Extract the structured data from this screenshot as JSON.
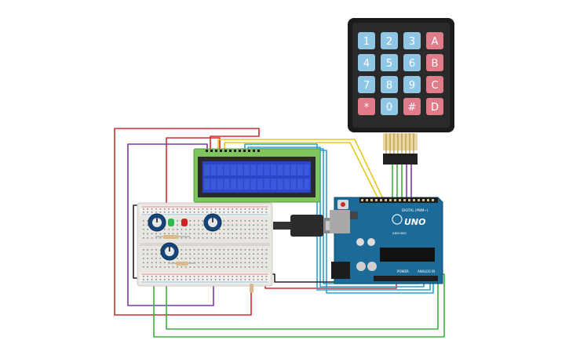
{
  "keypad": {
    "keys": [
      {
        "label": "1",
        "type": "digit"
      },
      {
        "label": "2",
        "type": "digit"
      },
      {
        "label": "3",
        "type": "digit"
      },
      {
        "label": "A",
        "type": "letter"
      },
      {
        "label": "4",
        "type": "digit"
      },
      {
        "label": "5",
        "type": "digit"
      },
      {
        "label": "6",
        "type": "digit"
      },
      {
        "label": "B",
        "type": "letter"
      },
      {
        "label": "7",
        "type": "digit"
      },
      {
        "label": "8",
        "type": "digit"
      },
      {
        "label": "9",
        "type": "digit"
      },
      {
        "label": "C",
        "type": "letter"
      },
      {
        "label": "*",
        "type": "symbol"
      },
      {
        "label": "0",
        "type": "digit"
      },
      {
        "label": "#",
        "type": "symbol"
      },
      {
        "label": "D",
        "type": "letter"
      }
    ]
  },
  "arduino": {
    "brand_label": "UNO",
    "maker_label": "ARDUINO",
    "digital_label": "DIGITAL (PWM~)",
    "power_label": "POWER",
    "analog_label": "ANALOG IN"
  },
  "colors": {
    "keypad_body": "#1b1b1b",
    "key_digit": "#8fc6e6",
    "key_letter": "#e07c8a",
    "lcd_board": "#7fc45c",
    "lcd_screen": "#2c46c8",
    "arduino_board": "#1b6a98",
    "breadboard": "#e8e6e1",
    "wire_red": "#d42b2b",
    "wire_purple": "#7a3aa8",
    "wire_green": "#3bb03b",
    "wire_yellow": "#e6c822",
    "wire_blue": "#2aa0d6",
    "wire_black": "#222222"
  }
}
